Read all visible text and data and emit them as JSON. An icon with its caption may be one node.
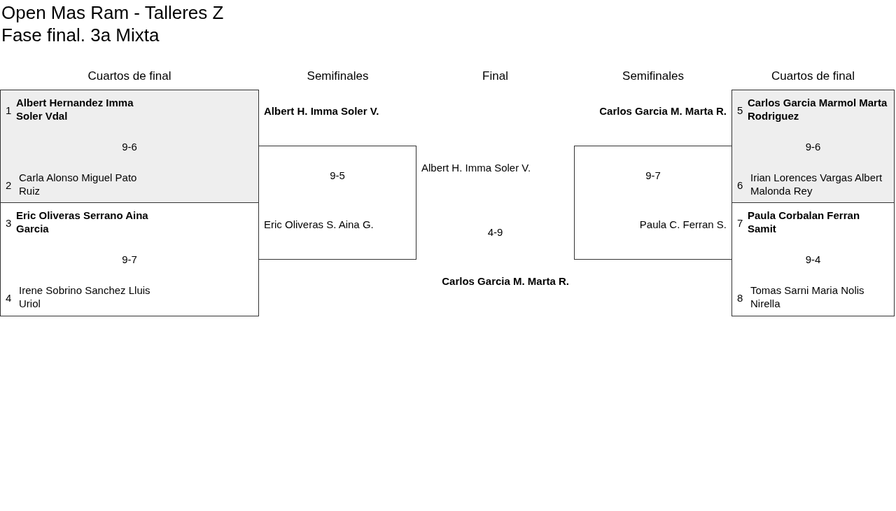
{
  "diagram": {
    "title": "Open Mas Ram - Talleres Z Fase final. 3a Mixta",
    "nodes": [
      {
        "text": [
          "1",
          "Albert Hernandez Imma Soler Vdal",
          "9-6",
          "2",
          "Carla Alonso Miguel Pato Ruiz"
        ]
      },
      {
        "text": [
          "3",
          "Eric Oliveras Serrano Aina Garcia",
          "9-7",
          "4",
          "Irene Sobrino Sanchez Lluis Uriol"
        ]
      },
      {
        "text": [
          "Albert H. Imma Soler V.",
          "9-5",
          "Eric Oliveras S. Aina G."
        ]
      },
      {
        "text": [
          "Carlos Garcia M. Marta R.",
          "9-7",
          "Paula C. Ferran S."
        ]
      },
      {
        "text": [
          "5",
          "Carlos Garcia Marmol Marta Rodriguez",
          "9-6",
          "6",
          "Irian Lorences Vargas Albert Malonda Rey"
        ]
      },
      {
        "text": [
          "7",
          "Paula Corbalan Ferran Samit",
          "9-4",
          "8",
          "Tomas Sarni Maria Nolis Nirella"
        ]
      }
    ],
    "labels": [
      "Cuartos de final",
      "Semifinales",
      "Final",
      "Semifinales",
      "Cuartos de final",
      "Albert H. Imma Soler V.",
      "4-9",
      "Carlos Garcia M. Marta R."
    ]
  }
}
